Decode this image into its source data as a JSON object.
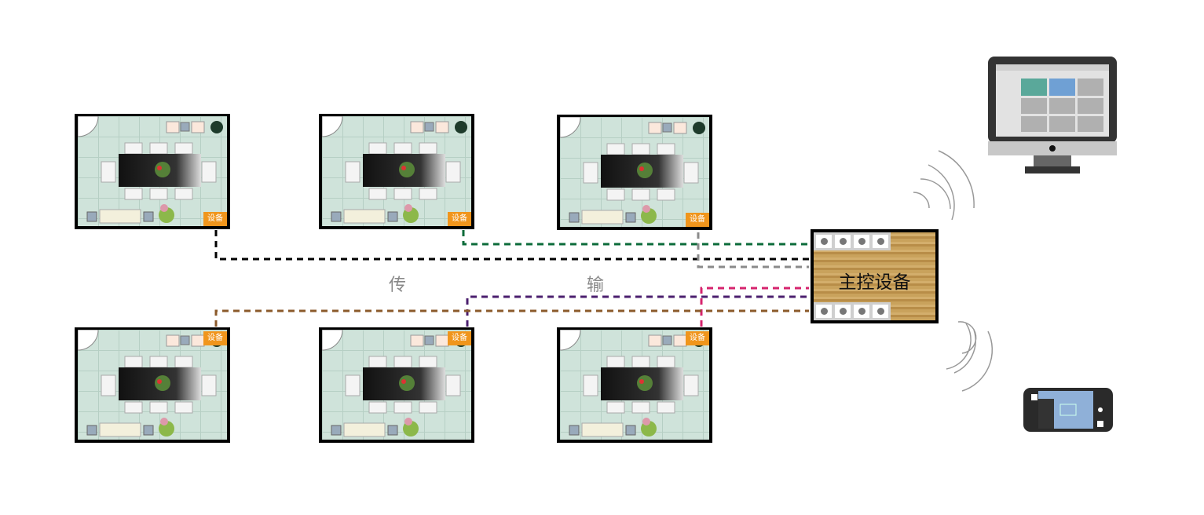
{
  "rooms": [
    {
      "device_label": "设备",
      "badge": "bottom"
    },
    {
      "device_label": "设备",
      "badge": "bottom"
    },
    {
      "device_label": "设备",
      "badge": "bottom"
    },
    {
      "device_label": "设备",
      "badge": "top"
    },
    {
      "device_label": "设备",
      "badge": "top"
    },
    {
      "device_label": "设备",
      "badge": "top"
    }
  ],
  "main_device": {
    "label": "主控设备"
  },
  "transmission": {
    "char1": "传",
    "char2": "输"
  },
  "connection_colors": {
    "room1": "#000000",
    "room2": "#0b6b3a",
    "room3": "#8a8a8a",
    "room4": "#8b5a2b",
    "room5": "#4b1f6e",
    "room6": "#d6246e"
  },
  "icons": [
    "computer-monitor-icon",
    "smartphone-icon",
    "wireless-signal-icon",
    "camera-icon"
  ]
}
